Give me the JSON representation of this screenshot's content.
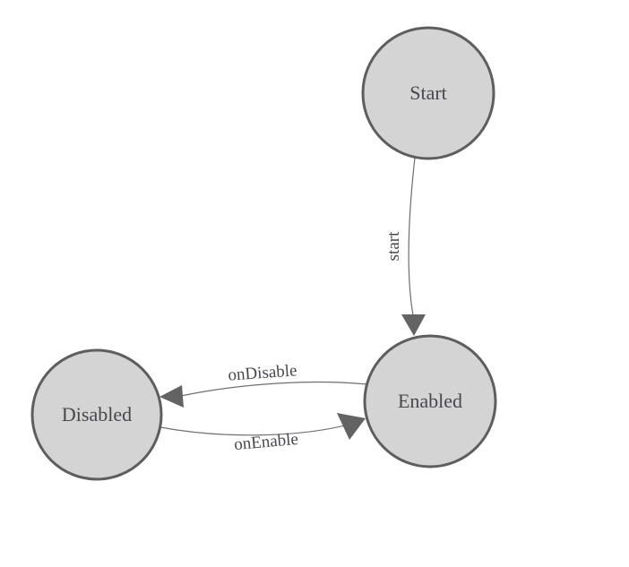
{
  "diagram": {
    "type": "state-machine",
    "background": "#ffffff",
    "nodes": [
      {
        "id": "start",
        "label": "Start"
      },
      {
        "id": "enabled",
        "label": "Enabled"
      },
      {
        "id": "disabled",
        "label": "Disabled"
      }
    ],
    "edges": [
      {
        "from": "start",
        "to": "enabled",
        "label": "start"
      },
      {
        "from": "enabled",
        "to": "disabled",
        "label": "onDisable"
      },
      {
        "from": "disabled",
        "to": "enabled",
        "label": "onEnable"
      }
    ],
    "colors": {
      "node_fill": "#d4d4d4",
      "node_border": "#5e5e5e",
      "edge_line": "#6e6e6e",
      "arrow_fill": "#636363",
      "text_color": "#47484c"
    }
  }
}
